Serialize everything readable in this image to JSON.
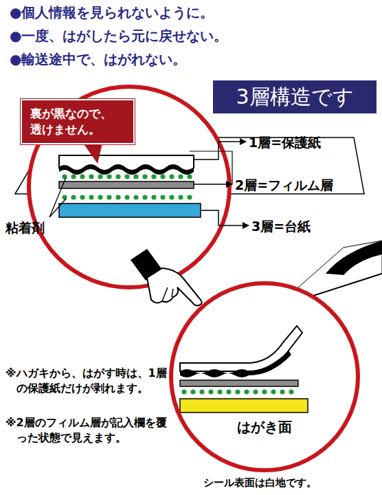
{
  "diagram": {
    "nodes": [
      {
        "text": [
          "3層構造です"
        ]
      },
      {
        "text": [
          "裏が黒なので、 透けません。"
        ]
      },
      {
        "text": [
          "はがき面"
        ]
      }
    ],
    "labels": [
      "●個人情報を見られないように。",
      "●一度、はがしたら元に戻せない。",
      "●輸送途中で、はがれない。",
      "1層=保護紙",
      "2層=フィルム層",
      "3層=台紙",
      "粘着剤",
      "※ハガキから、はがす時は、1層の保護紙だけが剥れます。",
      "※2層のフィルム層が記入欄を覆った状態で見えます。",
      "シール表面は白地です。"
    ]
  }
}
